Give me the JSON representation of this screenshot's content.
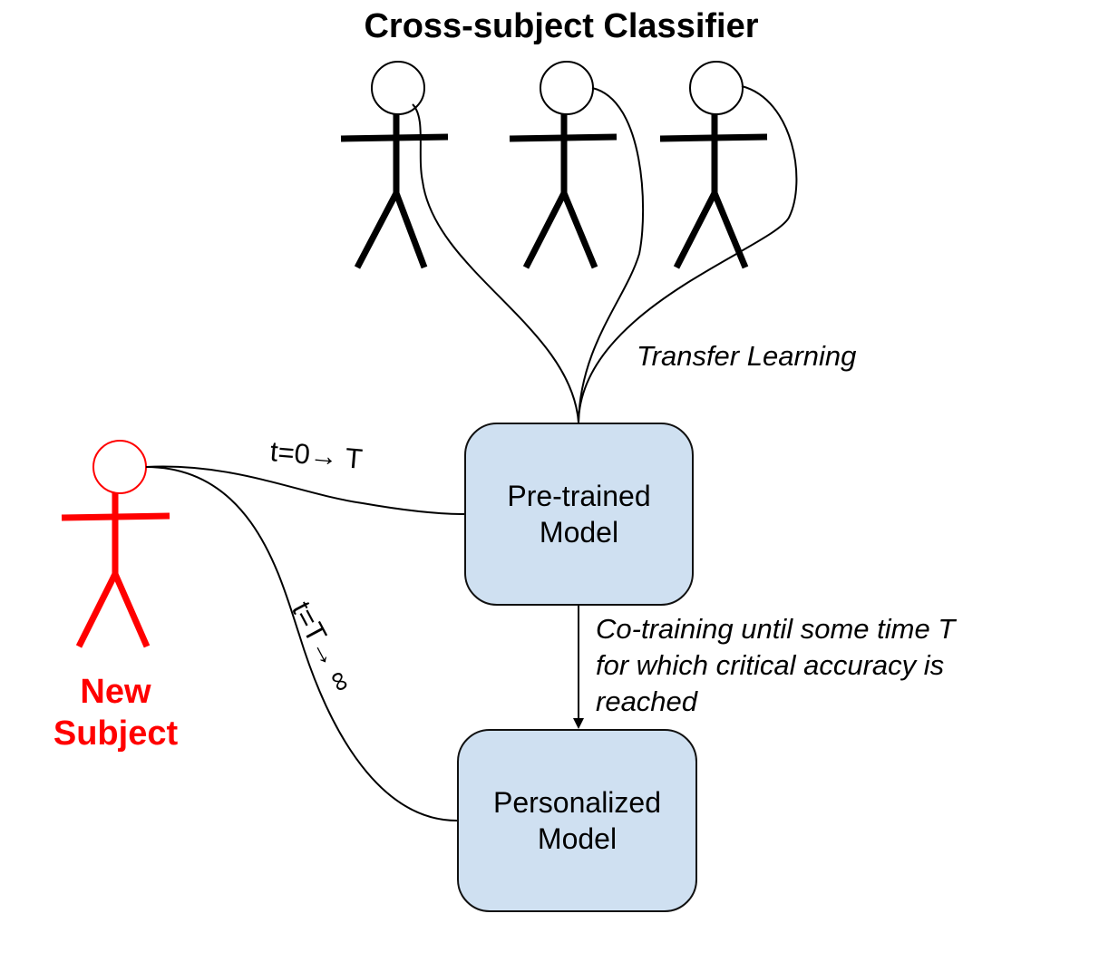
{
  "title": "Cross-subject Classifier",
  "boxes": {
    "pretrained": {
      "line1": "Pre-trained",
      "line2": "Model"
    },
    "personalized": {
      "line1": "Personalized",
      "line2": "Model"
    }
  },
  "labels": {
    "transfer_learning": "Transfer Learning",
    "cotraining": {
      "line1": "Co-training until some time T",
      "line2": "for which critical accuracy is",
      "line3": "reached"
    },
    "t0_to_T": "t=0→ T",
    "T_to_inf": "t=T→ ∞"
  },
  "new_subject": {
    "line1": "New",
    "line2": "Subject"
  },
  "colors": {
    "box_fill": "#cfe0f1",
    "new_subject": "#ff0000",
    "stroke": "#000000"
  }
}
